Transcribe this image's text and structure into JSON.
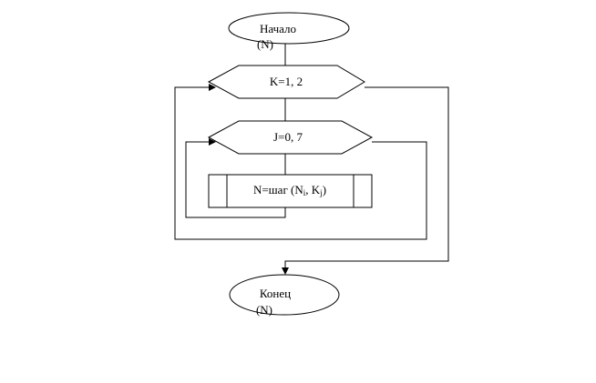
{
  "nodes": {
    "start": {
      "label": "Начало",
      "sublabel": "(N)"
    },
    "loop_k": {
      "label": "K=1, 2"
    },
    "loop_j": {
      "label": "J=0, 7"
    },
    "process": {
      "label": "N=шаг (N",
      "sub_i": "i",
      "mid": ", K",
      "sub_j": "j",
      "close": ")"
    },
    "end": {
      "label": "Конец",
      "sublabel": "(N)"
    }
  }
}
